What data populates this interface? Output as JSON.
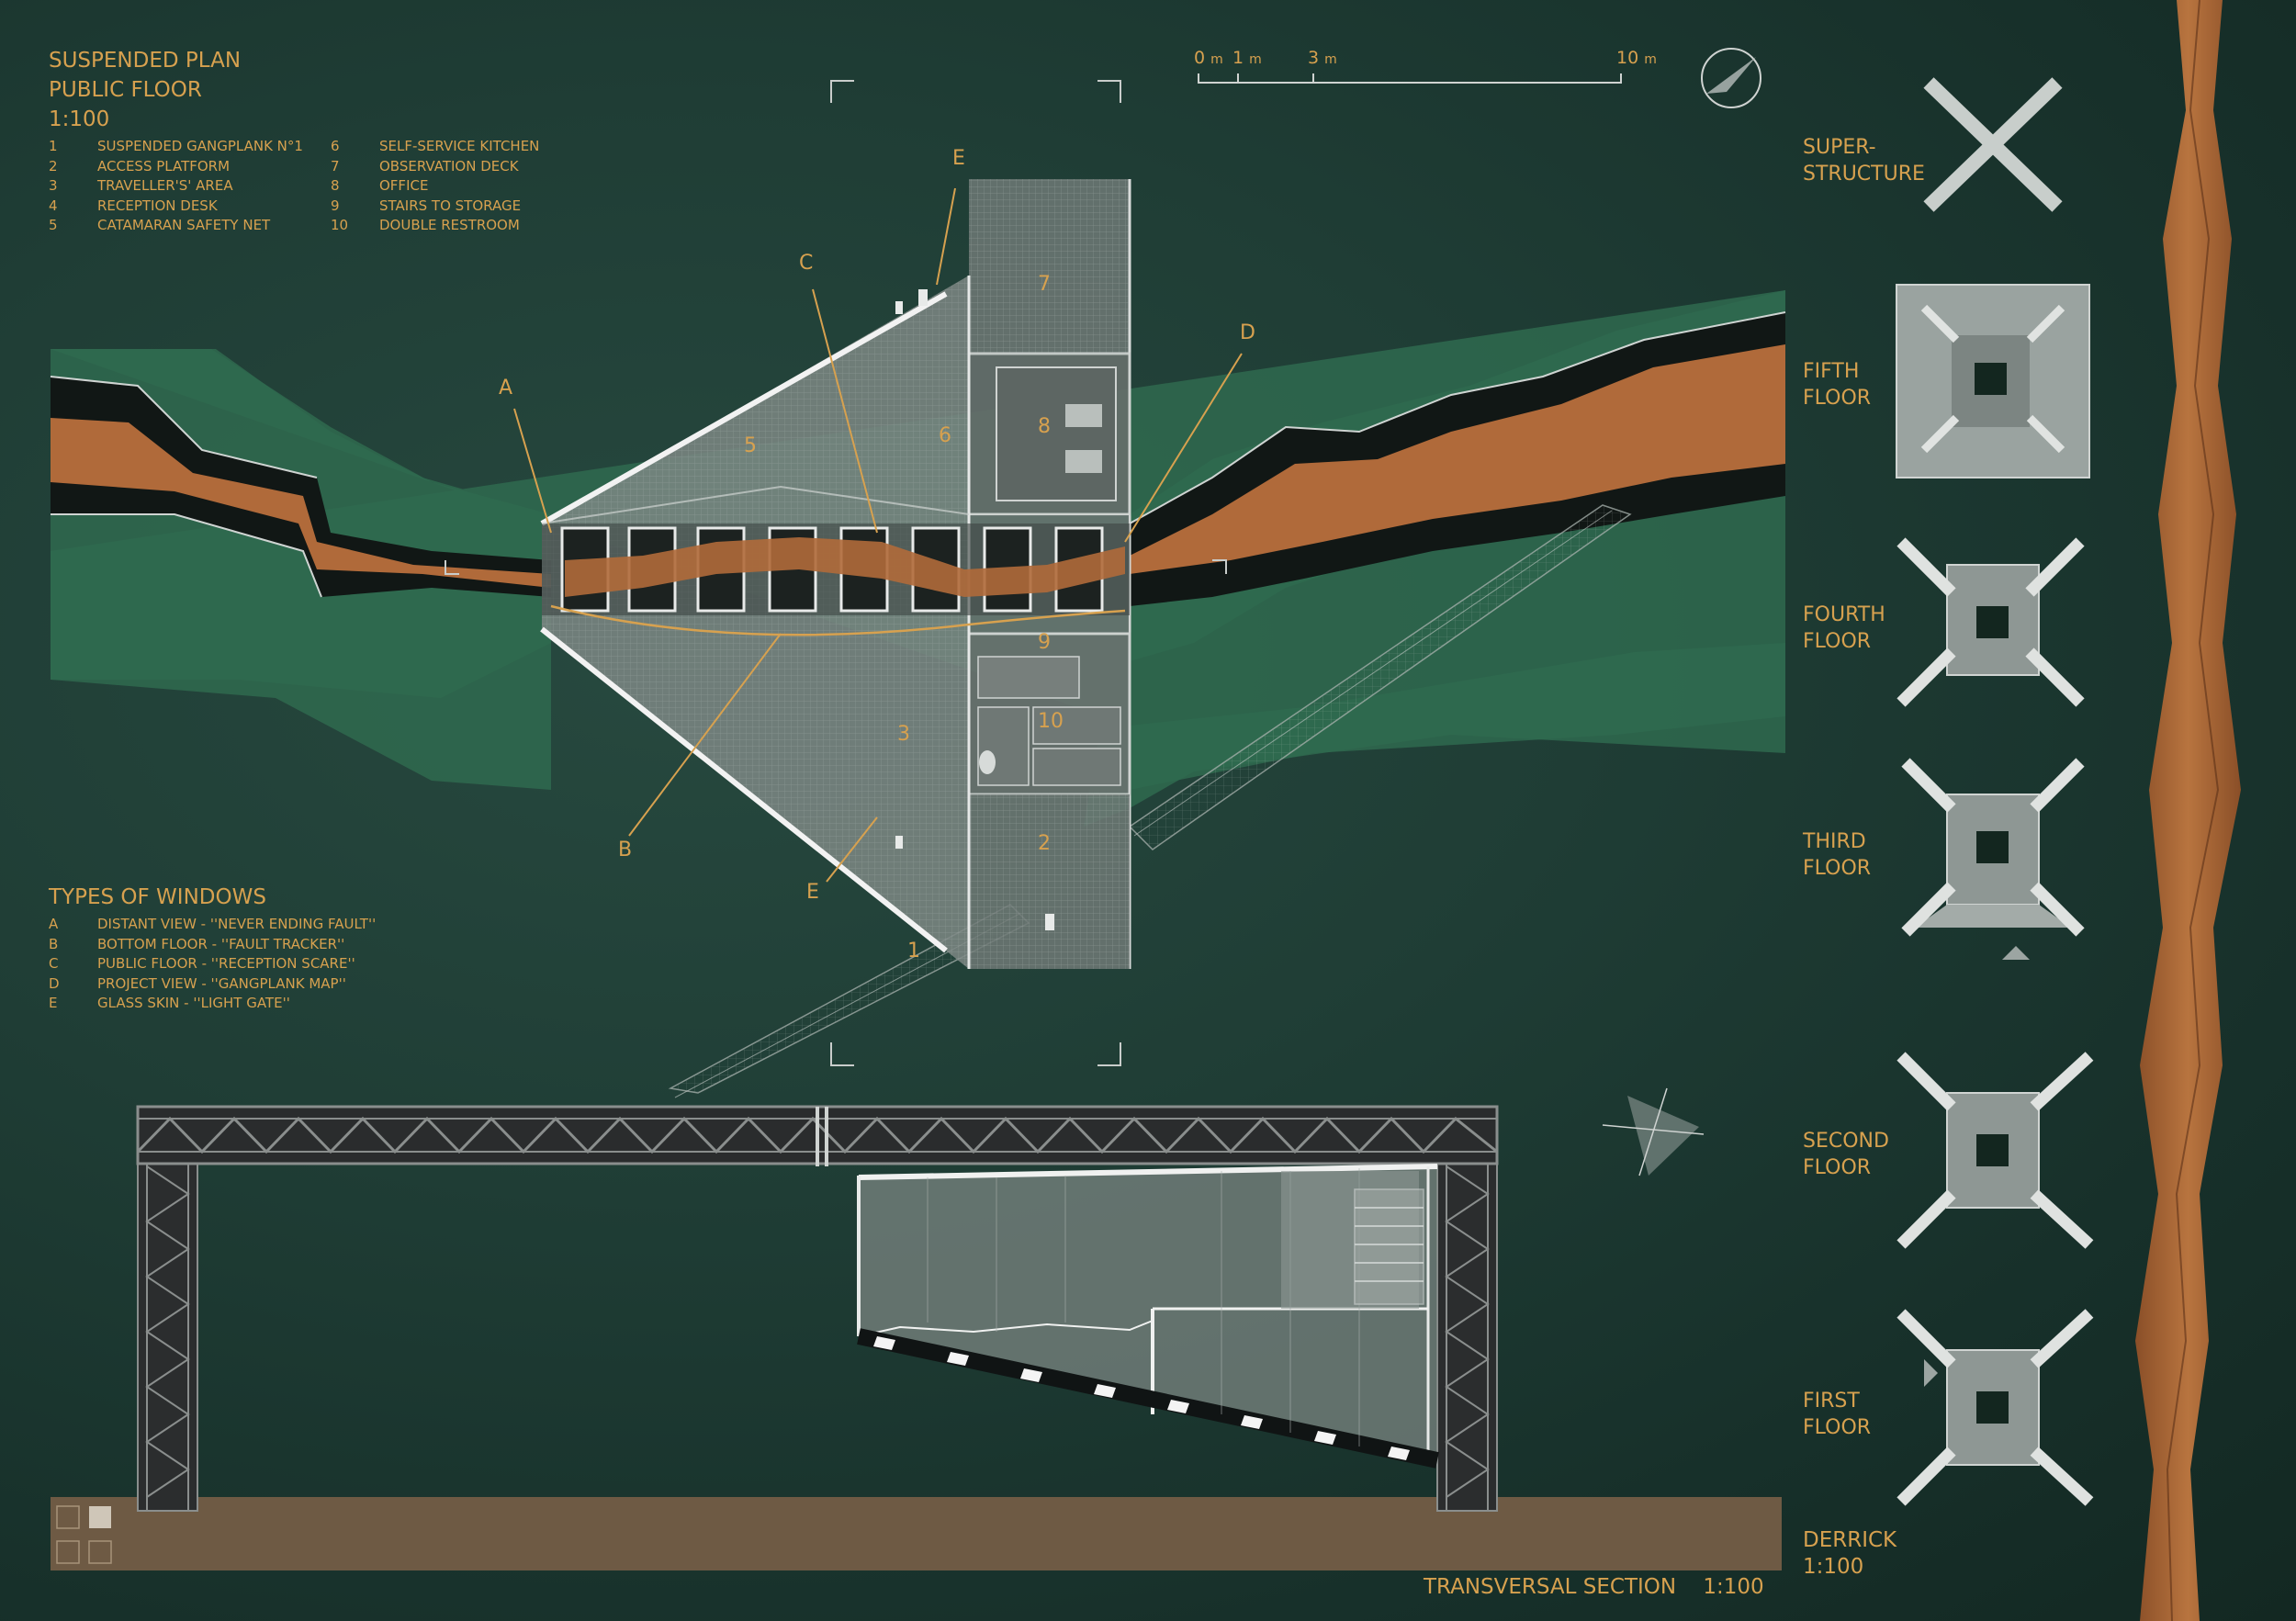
{
  "plan": {
    "title_lines": [
      "SUSPENDED PLAN",
      "PUBLIC FLOOR",
      "1:100"
    ],
    "legend_col1": [
      {
        "n": "1",
        "label": "SUSPENDED GANGPLANK N°1"
      },
      {
        "n": "2",
        "label": "ACCESS PLATFORM"
      },
      {
        "n": "3",
        "label": "TRAVELLER'S' AREA"
      },
      {
        "n": "4",
        "label": "RECEPTION DESK"
      },
      {
        "n": "5",
        "label": "CATAMARAN SAFETY NET"
      }
    ],
    "legend_col2": [
      {
        "n": "6",
        "label": "SELF-SERVICE KITCHEN"
      },
      {
        "n": "7",
        "label": "OBSERVATION DECK"
      },
      {
        "n": "8",
        "label": "OFFICE"
      },
      {
        "n": "9",
        "label": "STAIRS TO STORAGE"
      },
      {
        "n": "10",
        "label": "DOUBLE RESTROOM"
      }
    ],
    "room_numbers": [
      "1",
      "2",
      "3",
      "5",
      "6",
      "7",
      "8",
      "9",
      "10"
    ],
    "window_letters": [
      "A",
      "B",
      "C",
      "D",
      "E",
      "E"
    ]
  },
  "windows": {
    "title": "TYPES OF WINDOWS",
    "items": [
      {
        "n": "A",
        "label": "DISTANT VIEW - ''NEVER ENDING FAULT''"
      },
      {
        "n": "B",
        "label": "BOTTOM FLOOR - ''FAULT TRACKER''"
      },
      {
        "n": "C",
        "label": "PUBLIC FLOOR - ''RECEPTION SCARE''"
      },
      {
        "n": "D",
        "label": "PROJECT VIEW - ''GANGPLANK MAP''"
      },
      {
        "n": "E",
        "label": "GLASS SKIN - ''LIGHT GATE''"
      }
    ]
  },
  "scale_bar": {
    "ticks": [
      {
        "num": "0",
        "unit": "m"
      },
      {
        "num": "1",
        "unit": "m"
      },
      {
        "num": "3",
        "unit": "m"
      },
      {
        "num": "10",
        "unit": "m"
      }
    ]
  },
  "floors": [
    {
      "line1": "SUPER-",
      "line2": "STRUCTURE"
    },
    {
      "line1": "FIFTH",
      "line2": "FLOOR"
    },
    {
      "line1": "FOURTH",
      "line2": "FLOOR"
    },
    {
      "line1": "THIRD",
      "line2": "FLOOR"
    },
    {
      "line1": "SECOND",
      "line2": "FLOOR"
    },
    {
      "line1": "FIRST",
      "line2": "FLOOR"
    },
    {
      "line1": "DERRICK",
      "line2": "1:100"
    }
  ],
  "section": {
    "title": "TRANSVERSAL SECTION",
    "scale": "1:100"
  },
  "colors": {
    "accent": "#d7a14f",
    "background": "#1f3d35",
    "terrain": "#b06a3a",
    "ground": "#6e5a44"
  }
}
